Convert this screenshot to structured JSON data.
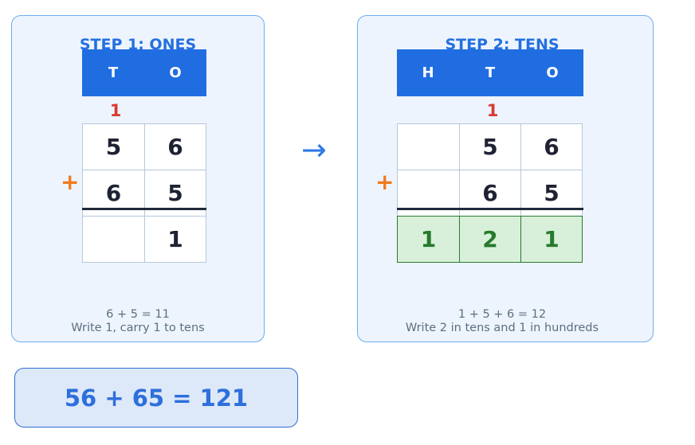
{
  "step1": {
    "title": "STEP 1: ONES",
    "headers": [
      "T",
      "O"
    ],
    "carry": "1",
    "row1": [
      "5",
      "6"
    ],
    "row2": [
      "6",
      "5"
    ],
    "result": [
      "",
      "1"
    ],
    "operator": "+",
    "note_line1": "6 + 5 = 11",
    "note_line2": "Write 1, carry 1 to tens"
  },
  "step2": {
    "title": "STEP 2: TENS",
    "headers": [
      "H",
      "T",
      "O"
    ],
    "carry": "1",
    "row1": [
      "",
      "5",
      "6"
    ],
    "row2": [
      "",
      "6",
      "5"
    ],
    "result": [
      "1",
      "2",
      "1"
    ],
    "operator": "+",
    "note_line1": "1 + 5 + 6 = 12",
    "note_line2": "Write 2 in tens and 1 in hundreds"
  },
  "arrow": "→",
  "summary": "56 + 65 = 121",
  "colors": {
    "header_blue": "#206de2",
    "carry_red": "#d83a34",
    "plus_orange": "#f07a1c",
    "result_green": "#267a2c",
    "result_bg": "#d8f0da"
  }
}
